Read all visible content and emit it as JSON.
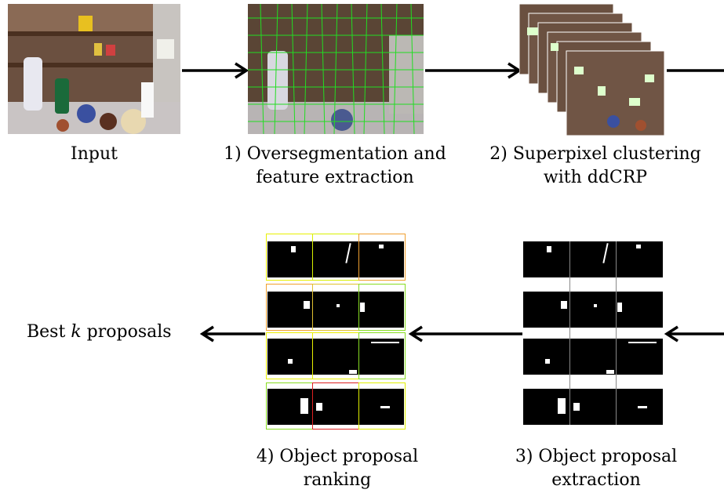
{
  "captions": {
    "input": "Input",
    "step1": "1) Oversegmentation and\nfeature extraction",
    "step2": "2) Superpixel clustering\nwith ddCRP",
    "step3": "3) Object proposal\nextraction",
    "step4": "4) Object proposal\nranking",
    "output_prefix": "Best ",
    "output_var": "k",
    "output_suffix": " proposals"
  },
  "colors": {
    "superpixel_edges": "#22dd22",
    "rank_high": "#e0f000",
    "rank_mid": "#f0a030",
    "rank_low": "#dd2020",
    "rank_good": "#88dd22"
  }
}
